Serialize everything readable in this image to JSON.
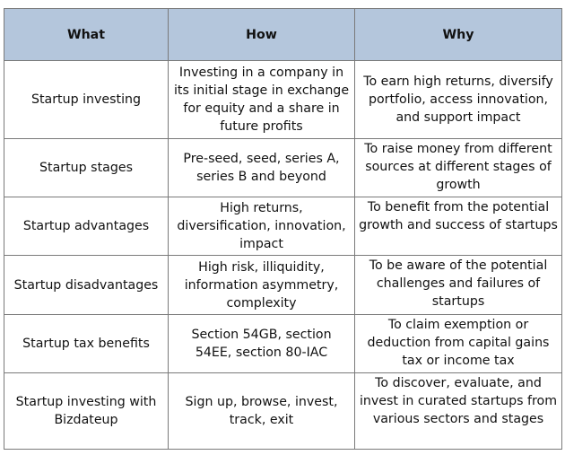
{
  "table": {
    "headers": [
      "What",
      "How",
      "Why"
    ],
    "rows": [
      {
        "what": "Startup investing",
        "how": "Investing in a company in its initial stage in exchange for equity and a share in future profits",
        "why": "To earn high returns, diversify portfolio, access innovation, and support impact"
      },
      {
        "what": "Startup stages",
        "how": "Pre-seed, seed, series A, series B and beyond",
        "why": "To raise money from different sources at different stages of growth"
      },
      {
        "what": "Startup advantages",
        "how": "High returns, diversification, innovation, impact",
        "why": "To benefit from the potential growth and success of startups"
      },
      {
        "what": "Startup disadvantages",
        "how": "High risk, illiquidity, information asymmetry, complexity",
        "why": "To be aware of the potential challenges and failures of startups"
      },
      {
        "what": "Startup tax benefits",
        "how": "Section 54GB, section 54EE, section 80-IAC",
        "why": "To claim exemption or deduction from capital gains tax or income tax"
      },
      {
        "what": "Startup investing with Bizdateup",
        "how": "Sign up, browse, invest, track, exit",
        "why": "To discover, evaluate, and invest in curated startups from various sectors and stages"
      }
    ]
  },
  "colors": {
    "header_background": "#b4c6dc",
    "border": "#7a7a7a",
    "text": "#111111"
  }
}
